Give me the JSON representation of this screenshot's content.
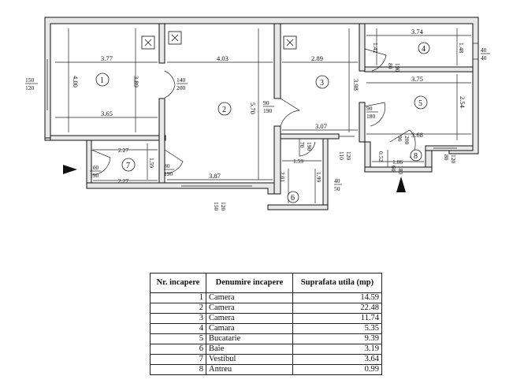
{
  "rooms": [
    {
      "number": "1",
      "name": "Camera",
      "area": "14.59"
    },
    {
      "number": "2",
      "name": "Camera",
      "area": "22.48"
    },
    {
      "number": "3",
      "name": "Camera",
      "area": "11.74"
    },
    {
      "number": "4",
      "name": "Camara",
      "area": "5.35"
    },
    {
      "number": "5",
      "name": "Bucatarie",
      "area": "9.39"
    },
    {
      "number": "6",
      "name": "Baie",
      "area": "3.19"
    },
    {
      "number": "7",
      "name": "Vestibul",
      "area": "3.64"
    },
    {
      "number": "8",
      "name": "Antreu",
      "area": "0.99"
    }
  ],
  "table": {
    "header_number": "Nr. incapere",
    "header_name": "Denumire incapere",
    "header_area": "Suprafata utila (mp)"
  },
  "plan": {
    "dims": {
      "r1_top": "3.77",
      "r1_bottom": "3.65",
      "r1_left": "4.00",
      "r1_right": "3.89",
      "r2_top": "4.03",
      "r2_bottom": "3.87",
      "r2_right": "5.70",
      "r3_top": "2.89",
      "r3_right": "3.98",
      "r3_bottom": "3.07",
      "r4_top": "3.74",
      "r4_left": "1.42",
      "r4_right": "1.48",
      "r5_top": "3.75",
      "r5_right": "2.54",
      "r5_bottom": "3.68",
      "r6_top": "1.59",
      "r6_left": "2.01",
      "r6_right": "1.99",
      "r7_top": "2.27",
      "r7_bottom": "2.27",
      "r7_right": "1.59",
      "r8_left": "0.52",
      "r8_top": "1.86"
    },
    "openings": {
      "window_left_top": "150",
      "window_left_bottom": "120",
      "door_1_2_top": "140",
      "door_1_2_bottom": "200",
      "door_2_3_top": "90",
      "door_2_3_bottom": "190",
      "door_7_2_top": "80",
      "door_7_2_bottom": "190",
      "entry_top": "100",
      "entry_bottom": "190",
      "window_bottom_top": "150",
      "window_bottom_bottom": "120",
      "door_6_top": "70",
      "door_6_bottom": "190",
      "window_6_top": "40",
      "window_6_bottom": "50",
      "door_4_top": "80",
      "door_4_bottom": "190",
      "window_4_top": "40",
      "window_4_bottom": "40",
      "door_5_top": "90",
      "door_5_bottom": "180",
      "window_mid_top": "110",
      "window_mid_bottom": "120",
      "door_8_top": "90",
      "door_8_bottom": "200",
      "door_8b_top": "60",
      "door_8b_bottom": "180",
      "window_5_top": "80",
      "window_5_bottom": "120"
    }
  }
}
